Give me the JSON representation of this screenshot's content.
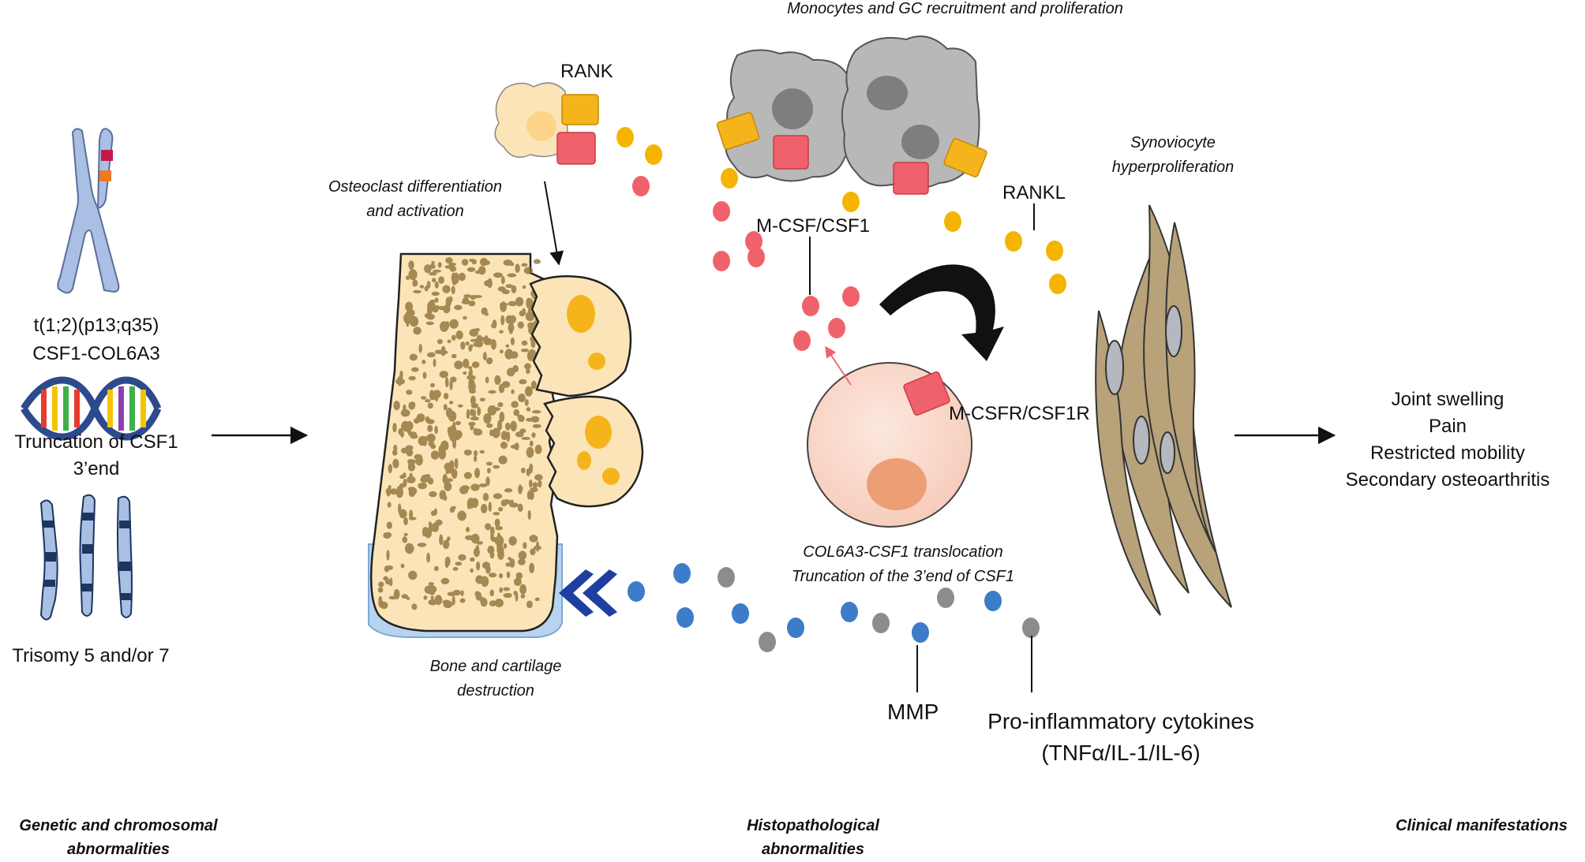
{
  "section_labels": {
    "genetic": [
      "Genetic and chromosomal",
      "abnormalities"
    ],
    "histo": [
      "Histopathological",
      "abnormalities"
    ],
    "clinical": "Clinical manifestations"
  },
  "genetic": {
    "translocation": "t(1;2)(p13;q35)",
    "fusion": "CSF1-COL6A3",
    "truncation": [
      "Truncation of CSF1",
      "3’end"
    ],
    "trisomy": "Trisomy 5 and/or 7"
  },
  "histo": {
    "monocytes": "Monocytes and GC recruitment and proliferation",
    "rank": "RANK",
    "rankl": "RANKL",
    "osteoclast": [
      "Osteoclast differentiation",
      "and activation"
    ],
    "mcsf": "M-CSF/CSF1",
    "mcsfr": "M-CSFR/CSF1R",
    "synoviocyte": [
      "Synoviocyte",
      "hyperproliferation"
    ],
    "col6a3": [
      "COL6A3-CSF1 translocation",
      "Truncation of the 3’end of CSF1"
    ],
    "bone": [
      "Bone and cartilage",
      "destruction"
    ],
    "mmp": "MMP",
    "cytokines": [
      "Pro-inflammatory cytokines",
      "(TNFα/IL-1/IL-6)"
    ]
  },
  "clinical": {
    "items": [
      "Joint swelling",
      "Pain",
      "Restricted mobility",
      "Secondary osteoarthritis"
    ]
  },
  "colors": {
    "rank": "#F5B400",
    "csf1": "#F0626B",
    "mmp": "#3D7CC9",
    "cytokine": "#8C8C8C",
    "bone": "#FBE5B8",
    "cell_gray": "#B8B8B8",
    "synoviocyte": "#B7A27A",
    "chromosome": "#A9BFE3"
  }
}
